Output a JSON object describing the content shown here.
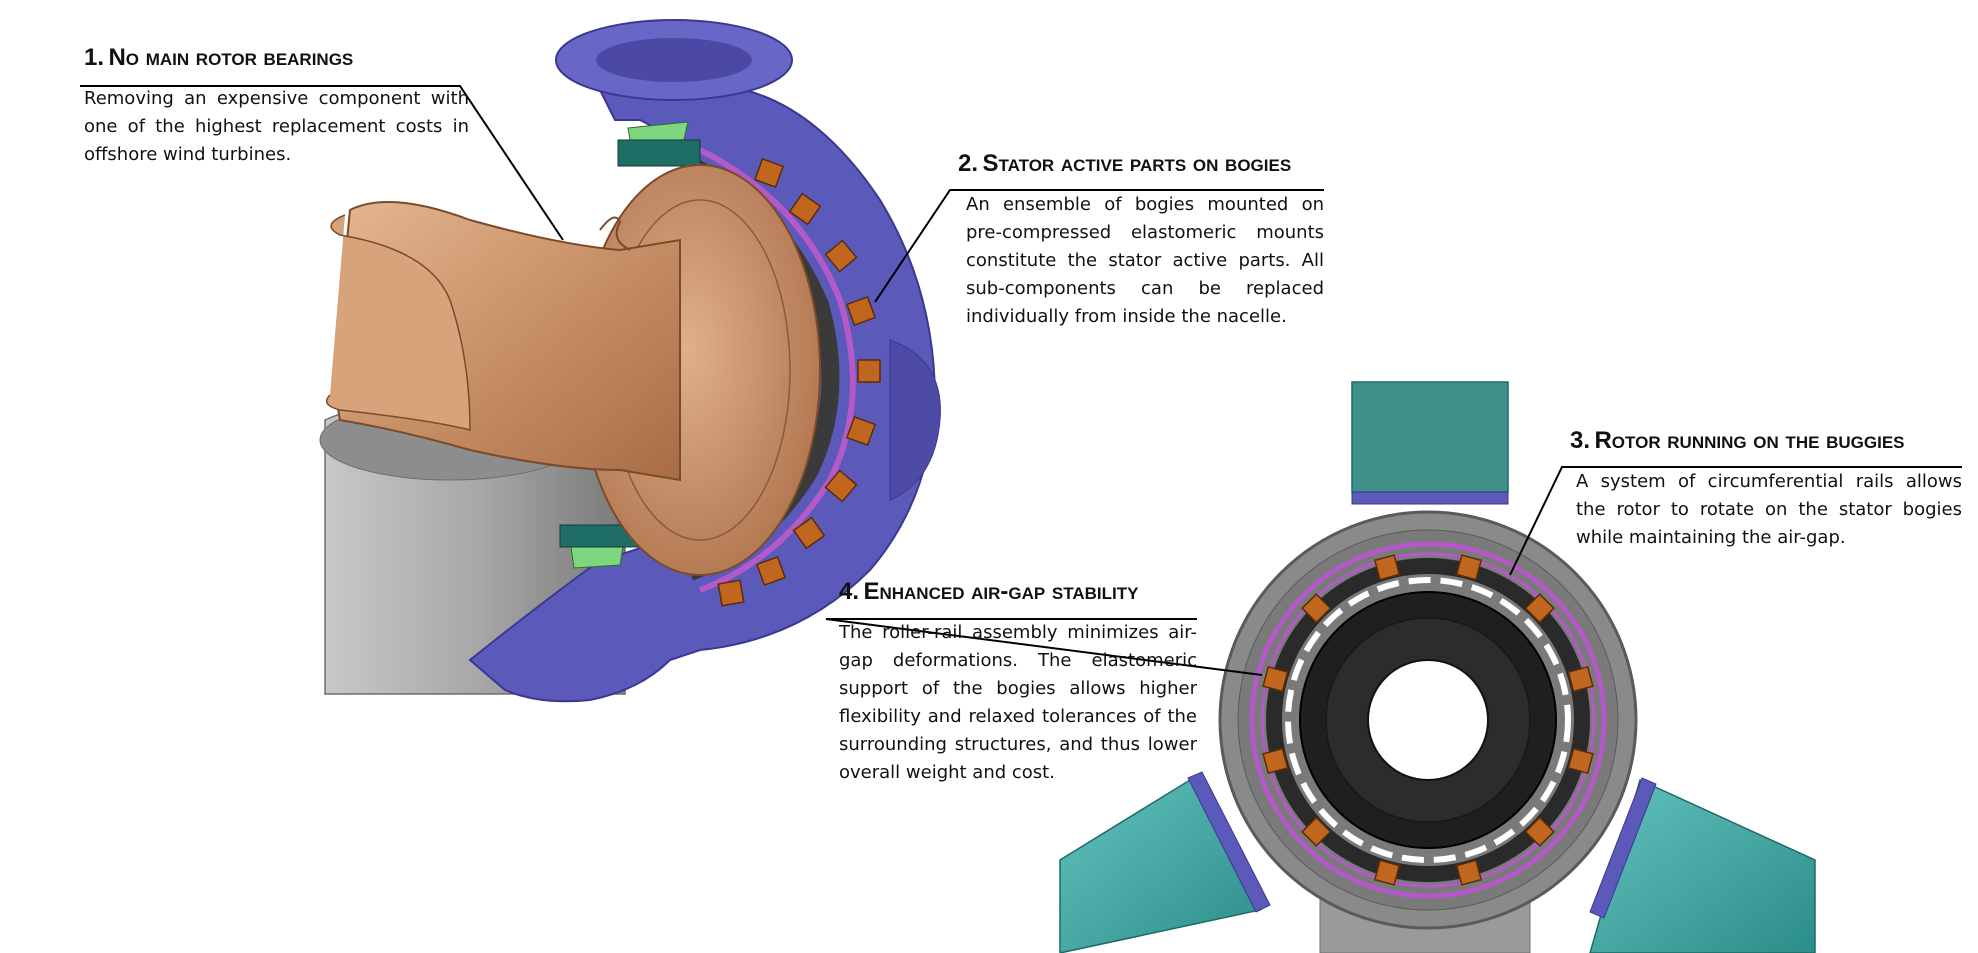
{
  "callouts": [
    {
      "number": "1.",
      "title": "No main rotor bearings",
      "description": "Removing an expensive component with one of the highest replacement costs in offshore wind turbines."
    },
    {
      "number": "2.",
      "title": "Stator active parts on bogies",
      "description": "An ensemble of bogies mounted on pre-compressed elastomeric mounts constitute the stator active parts. All sub-components can be replaced individually from inside the nacelle."
    },
    {
      "number": "3.",
      "title": "Rotor running on the buggies",
      "description": "A system of circumferential rails allows the rotor to rotate on the stator bogies while maintaining the air-gap."
    },
    {
      "number": "4.",
      "title": "Enhanced air-gap stability",
      "description": "The roller-rail assembly minimizes air-gap deformations. The elastomeric support of the bogies allows higher flexibility and relaxed tolerances of the surrounding structures, and thus lower overall weight and cost."
    }
  ],
  "colors": {
    "frame_blue": "#5a58b8",
    "rotor_copper": "#c8936a",
    "tower_grey": "#9a9a9a",
    "blade_teal": "#3aa6a2",
    "bogie_orange": "#c0661f",
    "rail_magenta": "#b45ac8",
    "elastomer_green": "#7ed67e"
  }
}
